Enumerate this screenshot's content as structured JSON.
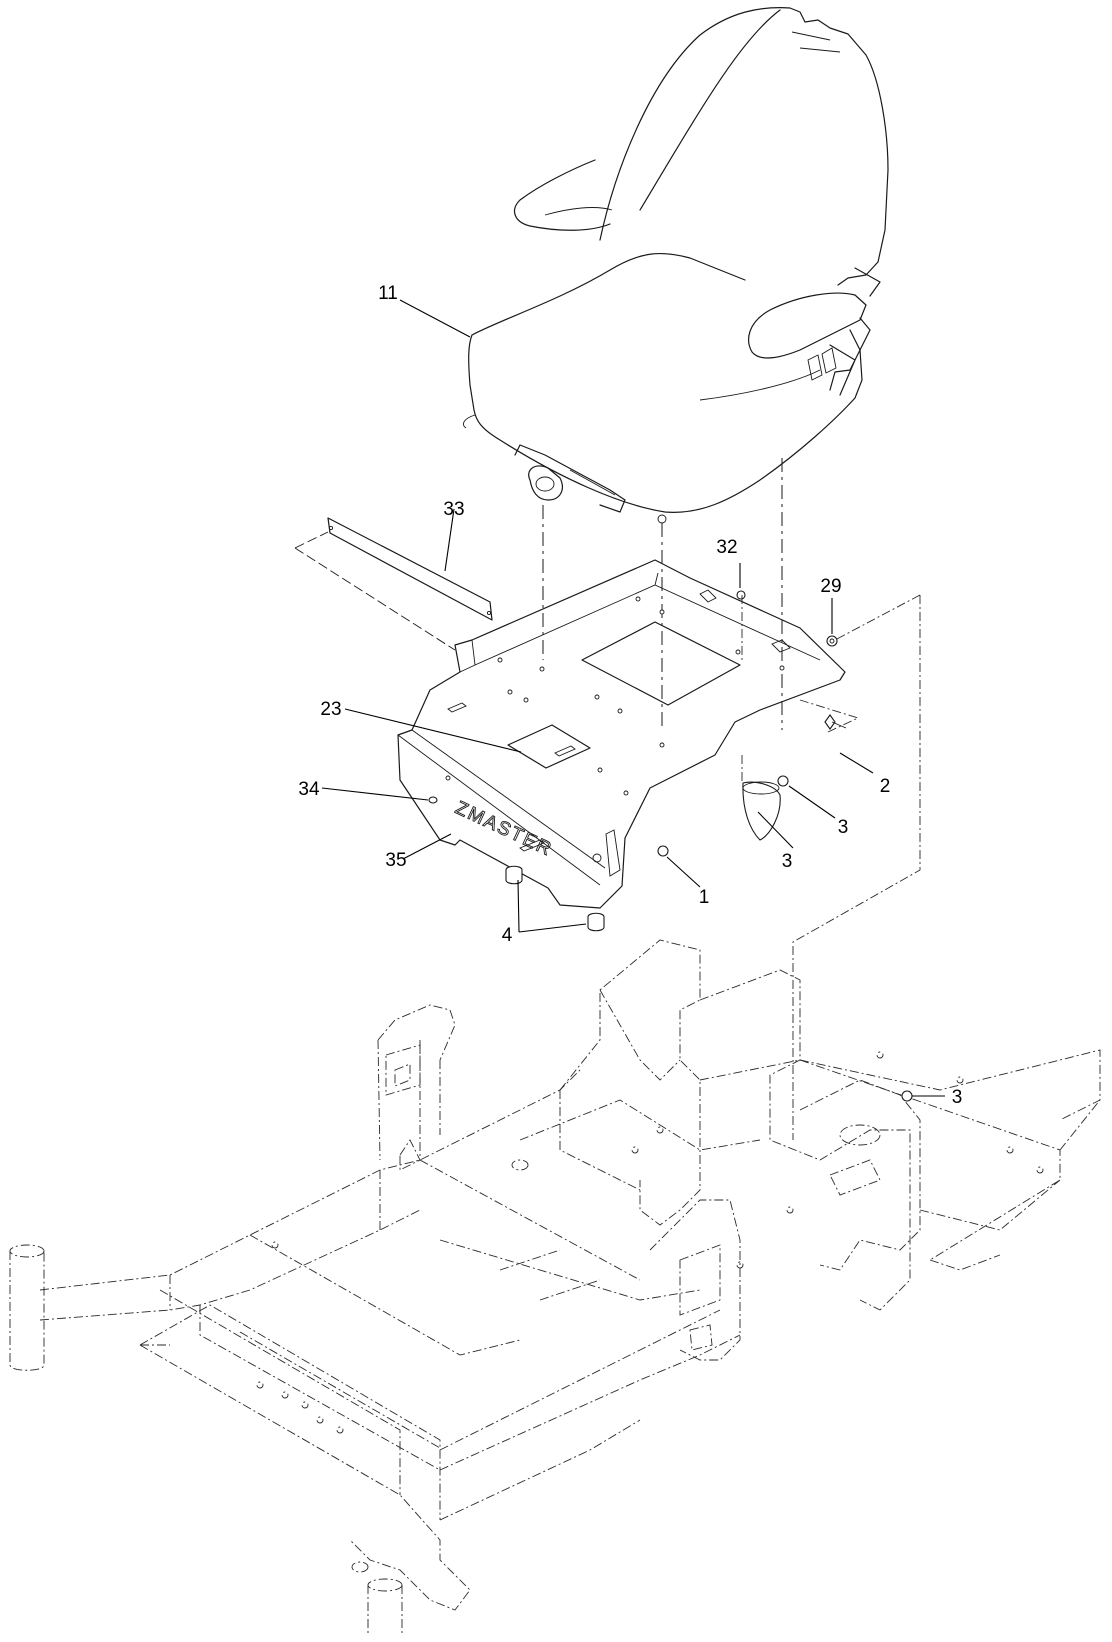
{
  "diagram": {
    "brand_logo_text": "ZMASTER",
    "callouts": [
      {
        "id": "callout-11",
        "label": "11"
      },
      {
        "id": "callout-33",
        "label": "33"
      },
      {
        "id": "callout-32",
        "label": "32"
      },
      {
        "id": "callout-29",
        "label": "29"
      },
      {
        "id": "callout-23",
        "label": "23"
      },
      {
        "id": "callout-2",
        "label": "2"
      },
      {
        "id": "callout-34",
        "label": "34"
      },
      {
        "id": "callout-3a",
        "label": "3"
      },
      {
        "id": "callout-3b",
        "label": "3"
      },
      {
        "id": "callout-35",
        "label": "35"
      },
      {
        "id": "callout-1",
        "label": "1"
      },
      {
        "id": "callout-4",
        "label": "4"
      },
      {
        "id": "callout-3c",
        "label": "3"
      }
    ]
  }
}
